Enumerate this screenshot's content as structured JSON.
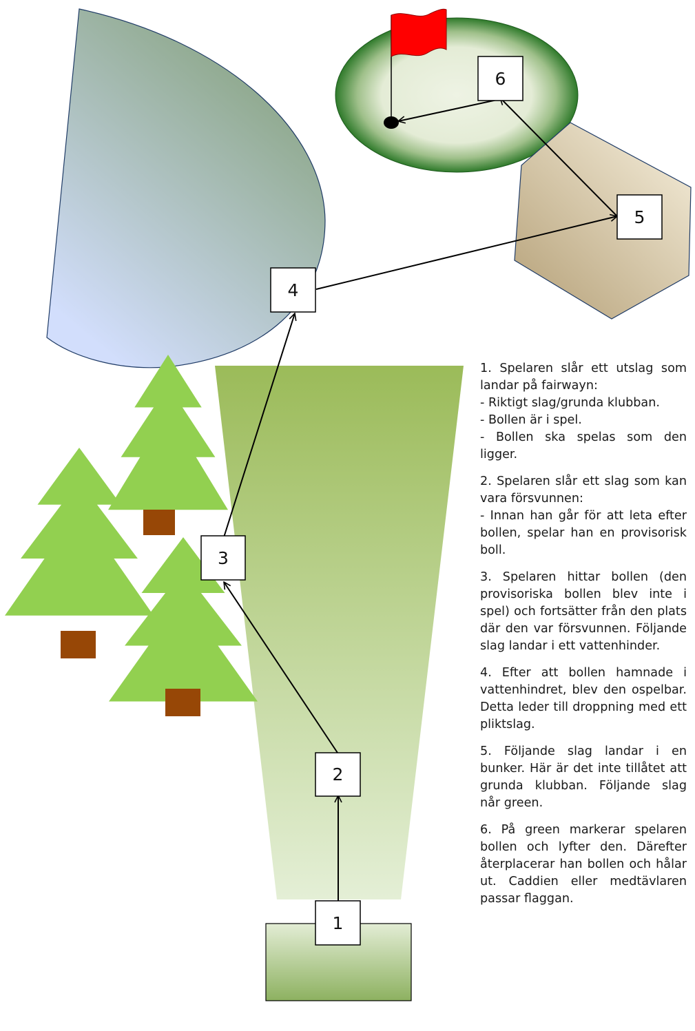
{
  "steps": [
    {
      "number": "1"
    },
    {
      "number": "2"
    },
    {
      "number": "3"
    },
    {
      "number": "4"
    },
    {
      "number": "5"
    },
    {
      "number": "6"
    }
  ],
  "notes": [
    {
      "lines": [
        "1. Spelaren slår ett utslag som landar på fairwayn:",
        "- Riktigt slag/grunda klubban.",
        "- Bollen är i spel.",
        "- Bollen ska spelas som den ligger."
      ]
    },
    {
      "lines": [
        "2. Spelaren slår ett slag som kan vara försvunnen:",
        "- Innan han går för att leta efter bollen, spelar han en provisorisk boll."
      ]
    },
    {
      "lines": [
        "3. Spelaren hittar bollen (den provisoriska bollen blev inte i spel) och fortsätter från den plats där den var försvunnen. Följande slag landar i ett vattenhinder."
      ]
    },
    {
      "lines": [
        "4. Efter att bollen hamnade i vattenhindret, blev den ospelbar. Detta leder till droppning med ett pliktslag."
      ]
    },
    {
      "lines": [
        "5. Följande slag landar i en bunker. Här är det inte tillåtet att grunda klubban. Följande slag når green."
      ]
    },
    {
      "lines": [
        "6. På green markerar spelaren bollen och lyfter den. Därefter återplacerar han bollen och hålar ut. Caddien eller medtävlaren passar flaggan."
      ]
    }
  ],
  "colors": {
    "tree": "#92d050",
    "trunk": "#974706",
    "flag": "#ff0000",
    "fairway_dark": "#9bbb59",
    "water": "#8eaa8a",
    "bunker": "#c9b58c"
  }
}
